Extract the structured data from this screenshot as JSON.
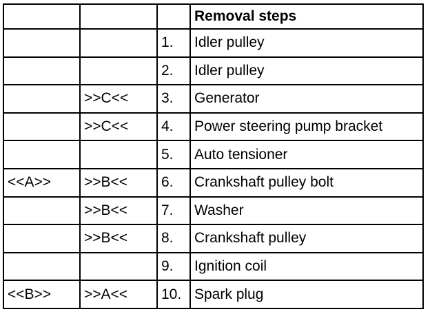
{
  "header": {
    "col1": "",
    "col2": "",
    "col3": "",
    "title": "Removal steps"
  },
  "rows": [
    {
      "ref_a": "",
      "ref_b": "",
      "number": "1.",
      "step": "Idler pulley"
    },
    {
      "ref_a": "",
      "ref_b": "",
      "number": "2.",
      "step": "Idler pulley"
    },
    {
      "ref_a": "",
      "ref_b": ">>C<<",
      "number": "3.",
      "step": "Generator"
    },
    {
      "ref_a": "",
      "ref_b": ">>C<<",
      "number": "4.",
      "step": "Power steering pump bracket"
    },
    {
      "ref_a": "",
      "ref_b": "",
      "number": "5.",
      "step": "Auto tensioner"
    },
    {
      "ref_a": "<<A>>",
      "ref_b": ">>B<<",
      "number": "6.",
      "step": "Crankshaft pulley bolt"
    },
    {
      "ref_a": "",
      "ref_b": ">>B<<",
      "number": "7.",
      "step": "Washer"
    },
    {
      "ref_a": "",
      "ref_b": ">>B<<",
      "number": "8.",
      "step": "Crankshaft pulley"
    },
    {
      "ref_a": "",
      "ref_b": "",
      "number": "9.",
      "step": "Ignition coil"
    },
    {
      "ref_a": "<<B>>",
      "ref_b": ">>A<<",
      "number": "10.",
      "step": "Spark plug"
    }
  ]
}
